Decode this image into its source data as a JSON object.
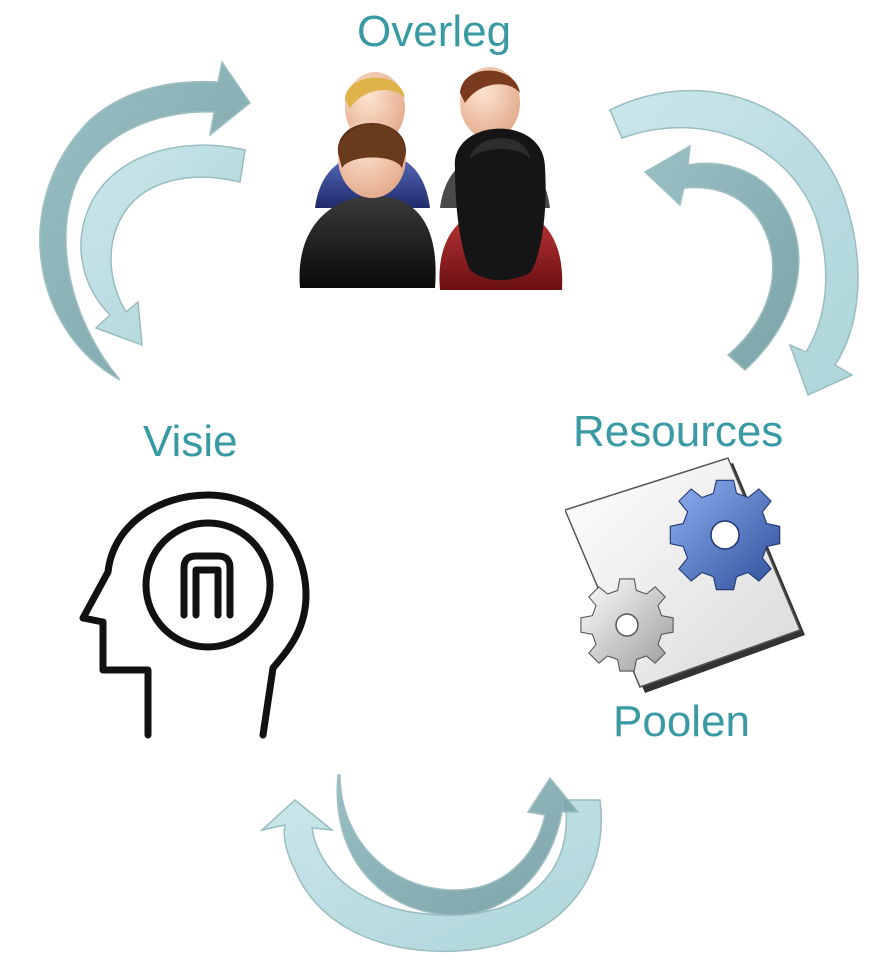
{
  "nodes": {
    "top": {
      "label": "Overleg",
      "icon": "people-meeting-icon"
    },
    "left": {
      "label": "Visie",
      "icon": "head-vision-icon"
    },
    "right": {
      "label": "Resources",
      "icon": "gears-document-icon"
    },
    "bottom_right_caption": "Poolen"
  },
  "colors": {
    "label": "#3a9aa4",
    "arrow_light": "#b7dbe0",
    "arrow_dark": "#7fa9ae",
    "arrow_stroke": "#95b9bd"
  }
}
